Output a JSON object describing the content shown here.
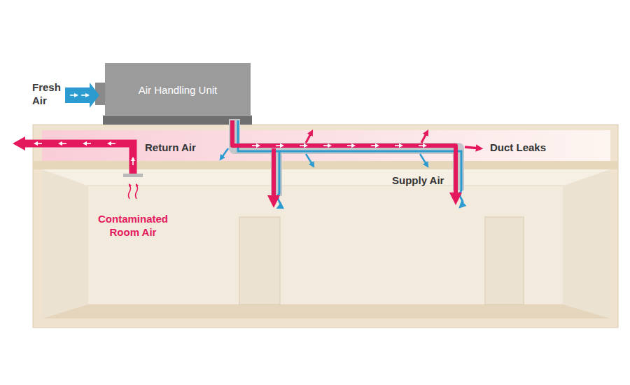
{
  "diagram": {
    "nodes": [
      {
        "text": [
          "Air Handling Unit"
        ]
      }
    ],
    "labels": [
      "Fresh Air",
      "Return Air",
      "Duct Leaks",
      "Supply Air",
      "Contaminated Room Air"
    ]
  }
}
